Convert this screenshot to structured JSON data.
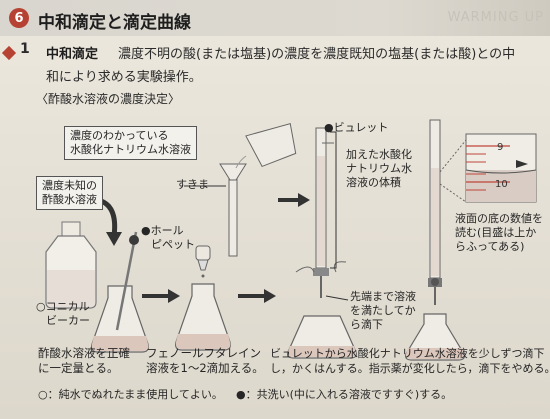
{
  "header": {
    "section_number": "6",
    "title": "中和滴定と滴定曲線",
    "watermark": "WARMING UP"
  },
  "item": {
    "number": "1",
    "term": "中和滴定",
    "definition_line1": "濃度不明の酸(または塩基)の濃度を濃度既知の塩基(または酸)との中",
    "definition_line2": "和により求める実験操作。"
  },
  "subheading": "〈酢酸水溶液の濃度決定〉",
  "labels": {
    "naoh_box_line1": "濃度のわかっている",
    "naoh_box_line2": "水酸化ナトリウム水溶液",
    "unknown_box_line1": "濃度未知の",
    "unknown_box_line2": "酢酸水溶液",
    "sukima": "すきま",
    "hole_pipette_line1": "●ホール",
    "hole_pipette_line2": "ピペット",
    "conical_line1": "○コニカル",
    "conical_line2": "ビーカー",
    "buret": "●ビュレット",
    "added_naoh_line1": "加えた水酸化",
    "added_naoh_line2": "ナトリウム水",
    "added_naoh_line3": "溶液の体積",
    "meniscus_line1": "液面の底の数値を",
    "meniscus_line2": "読む(目盛は上か",
    "meniscus_line3": "らふってある)",
    "tip_line1": "先端まで溶液",
    "tip_line2": "を満たしてか",
    "tip_line3": "ら滴下",
    "scale_top": "9",
    "scale_bottom": "10"
  },
  "steps": {
    "step1_line1": "酢酸水溶液を正確",
    "step1_line2": "に一定量とる。",
    "step2_line1": "フェノールフタレイン",
    "step2_line2": "溶液を1〜2滴加える。",
    "step3_line1": "ビュレットから水酸化ナトリウム水溶液を少しずつ滴下",
    "step3_line2": "し，かくはんする。指示薬が変化したら，滴下をやめる。"
  },
  "footnotes": {
    "open_circle": "○：純水でぬれたまま使用してよい。",
    "filled_circle": "●：共洗い(中に入れる溶液ですすぐ)する。"
  },
  "colors": {
    "accent": "#b64233",
    "liquid": "#dcc7bd",
    "scale_red": "#c0463a"
  }
}
